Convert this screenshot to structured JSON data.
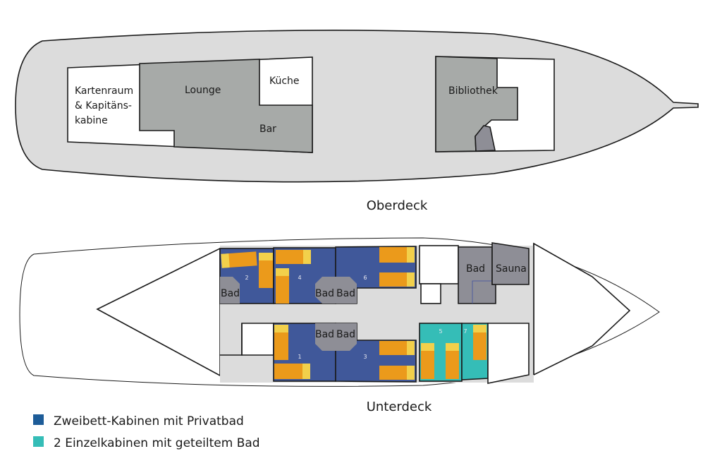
{
  "colors": {
    "hull": "#dcdcdc",
    "common_room": "#a7aaa8",
    "bath": "#8e8e96",
    "double_cabin": "#40589a",
    "single_cabin": "#35bdb7",
    "bed": "#eb9a1b",
    "pillow": "#f2d04b",
    "legend_double": "#1d5c98",
    "legend_single": "#35bdb7"
  },
  "upper_deck": {
    "title": "Oberdeck",
    "rooms": {
      "kartenraum_line1": "Kartenraum",
      "kartenraum_line2": "& Kapitäns-",
      "kartenraum_line3": "kabine",
      "lounge": "Lounge",
      "kueche": "Küche",
      "bar": "Bar",
      "bibliothek": "Bibliothek"
    }
  },
  "lower_deck": {
    "title": "Unterdeck",
    "bath_label": "Bad",
    "sauna_label": "Sauna",
    "cabins": [
      "1",
      "2",
      "3",
      "4",
      "5",
      "6",
      "7"
    ]
  },
  "legend": {
    "items": [
      {
        "label": "Zweibett-Kabinen mit Privatbad"
      },
      {
        "label": "2 Einzelkabinen mit geteiltem Bad"
      }
    ]
  }
}
